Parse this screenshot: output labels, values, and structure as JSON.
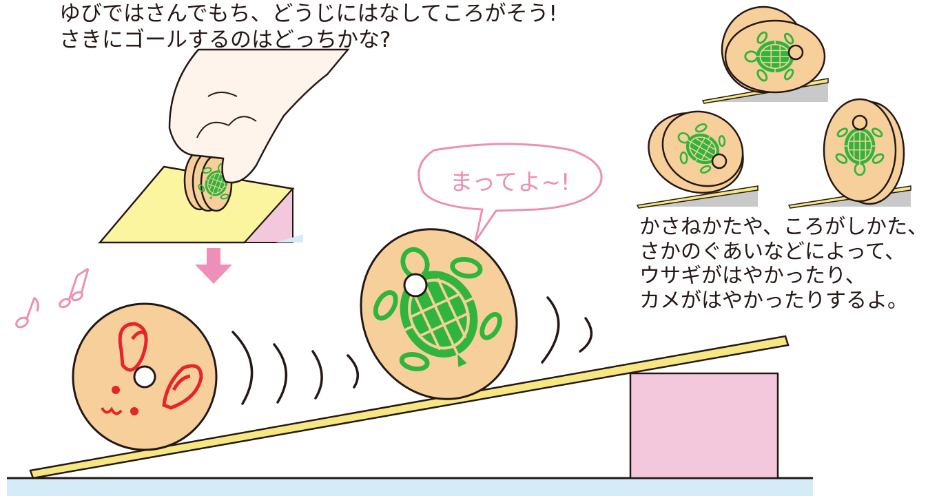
{
  "instruction": {
    "line1": "ゆびではさんでもち、どうじにはなしてころがそう!",
    "line2": "さきにゴールするのはどっちかな?"
  },
  "bubble": {
    "text": "まってよ~!"
  },
  "explanation": {
    "line1": "かさねかたや、ころがしかた、",
    "line2": "さかのぐあいなどによって、",
    "line3": "ウサギがはやかったり、",
    "line4": "カメがはやかったりするよ。"
  },
  "illustrations": {
    "rabbit_disc": "rabbit-face-disc",
    "turtle_disc": "turtle-disc",
    "hand": "hand-holding-discs",
    "music_notes": "music-note-icons",
    "arrow": "down-arrow-icon"
  },
  "colors": {
    "disc_fill": "#f7cf9a",
    "turtle_green": "#2fb53d",
    "rabbit_red": "#e5242b",
    "ramp_yellow": "#f7e783",
    "block_pink": "#f4c8dc",
    "floor_blue": "#d5ecf8",
    "bubble_pink": "#ec8fb2",
    "arrow_pink": "#ee8fb9",
    "platform_yellow": "#fbf5a0"
  }
}
